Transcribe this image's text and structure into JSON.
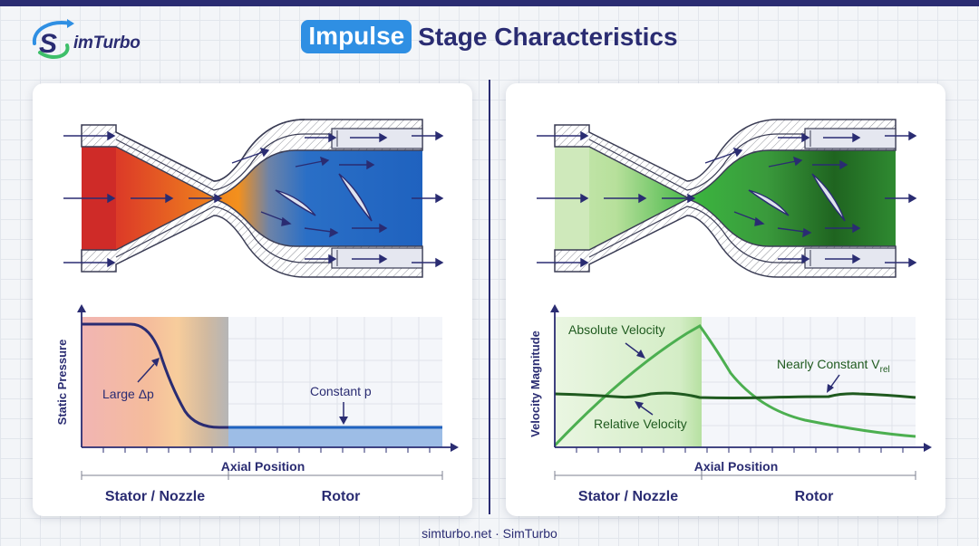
{
  "brand": {
    "logo_text": "imTurbo",
    "logo_s": "S"
  },
  "title": {
    "highlight": "Impulse",
    "rest": "Stage Characteristics"
  },
  "left_panel": {
    "plot_ylabel": "Static Pressure",
    "plot_xlabel": "Axial Position",
    "annotation_drop": "Large Δp",
    "annotation_const": "Constant p",
    "region_stator": "Stator / Nozzle",
    "region_rotor": "Rotor",
    "colors": {
      "inlet": "#d42d2a",
      "mid": "#f08a1e",
      "outlet": "#1f66c2",
      "curve": "#2a2c72"
    }
  },
  "right_panel": {
    "plot_ylabel": "Velocity Magnitude",
    "plot_xlabel": "Axial Position",
    "label_absolute": "Absolute Velocity",
    "label_relative": "Relative Velocity",
    "label_nearly_const": "Nearly Constant V",
    "label_nearly_const_sub": "rel",
    "region_stator": "Stator / Nozzle",
    "region_rotor": "Rotor",
    "colors": {
      "absolute": "#4caf50",
      "relative": "#1f5a1f",
      "flow_light": "#c7e7b0",
      "flow_dark": "#1c5e1c"
    }
  },
  "footer": {
    "text": "simturbo.net · SimTurbo"
  }
}
